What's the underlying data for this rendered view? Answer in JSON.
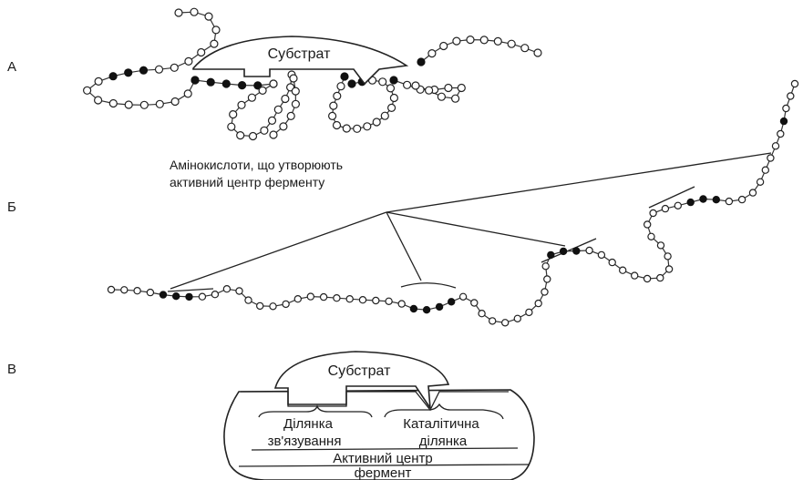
{
  "panels": {
    "a": {
      "letter": "А",
      "substrate_label": "Субстрат"
    },
    "b": {
      "letter": "Б",
      "caption_line1": "Амінокислоти, що утворюють",
      "caption_line2": "активний центр ферменту"
    },
    "c": {
      "letter": "В",
      "substrate_label": "Субстрат",
      "binding_line1": "Ділянка",
      "binding_line2": "зв'язування",
      "catalytic_line1": "Каталітична",
      "catalytic_line2": "ділянка",
      "active_center": "Активний центр",
      "enzyme": "фермент"
    }
  },
  "colors": {
    "ink": "#1a1a1a",
    "background": "#ffffff",
    "residue_active": "#111111",
    "residue_other": "#ffffff"
  }
}
